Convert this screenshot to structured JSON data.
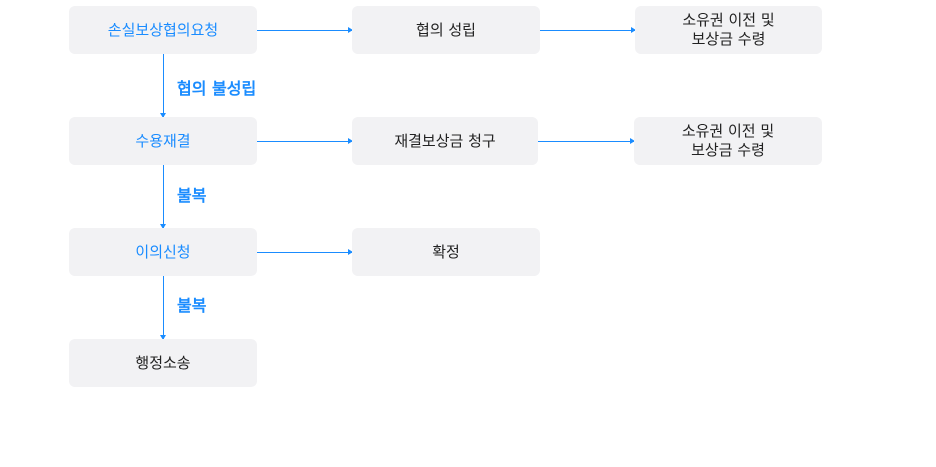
{
  "colors": {
    "accent": "#1a8cff",
    "box_fill": "#f2f2f4",
    "text": "#222222"
  },
  "nodes": {
    "loss_compensation_request": "손실보상협의요청",
    "agreement_reached": "협의 성립",
    "ownership_transfer_1": "소유권 이전 및\n보상금 수령",
    "expropriation_ruling": "수용재결",
    "ruling_compensation_claim": "재결보상금 청구",
    "ownership_transfer_2": "소유권 이전 및\n보상금 수령",
    "objection_ruling": "이의신청",
    "confirmed": "확정",
    "administrative_litigation": "행정소송"
  },
  "edge_labels": {
    "agreement_failed": "협의 불성립",
    "disagree_1": "불복",
    "disagree_2": "불복"
  }
}
